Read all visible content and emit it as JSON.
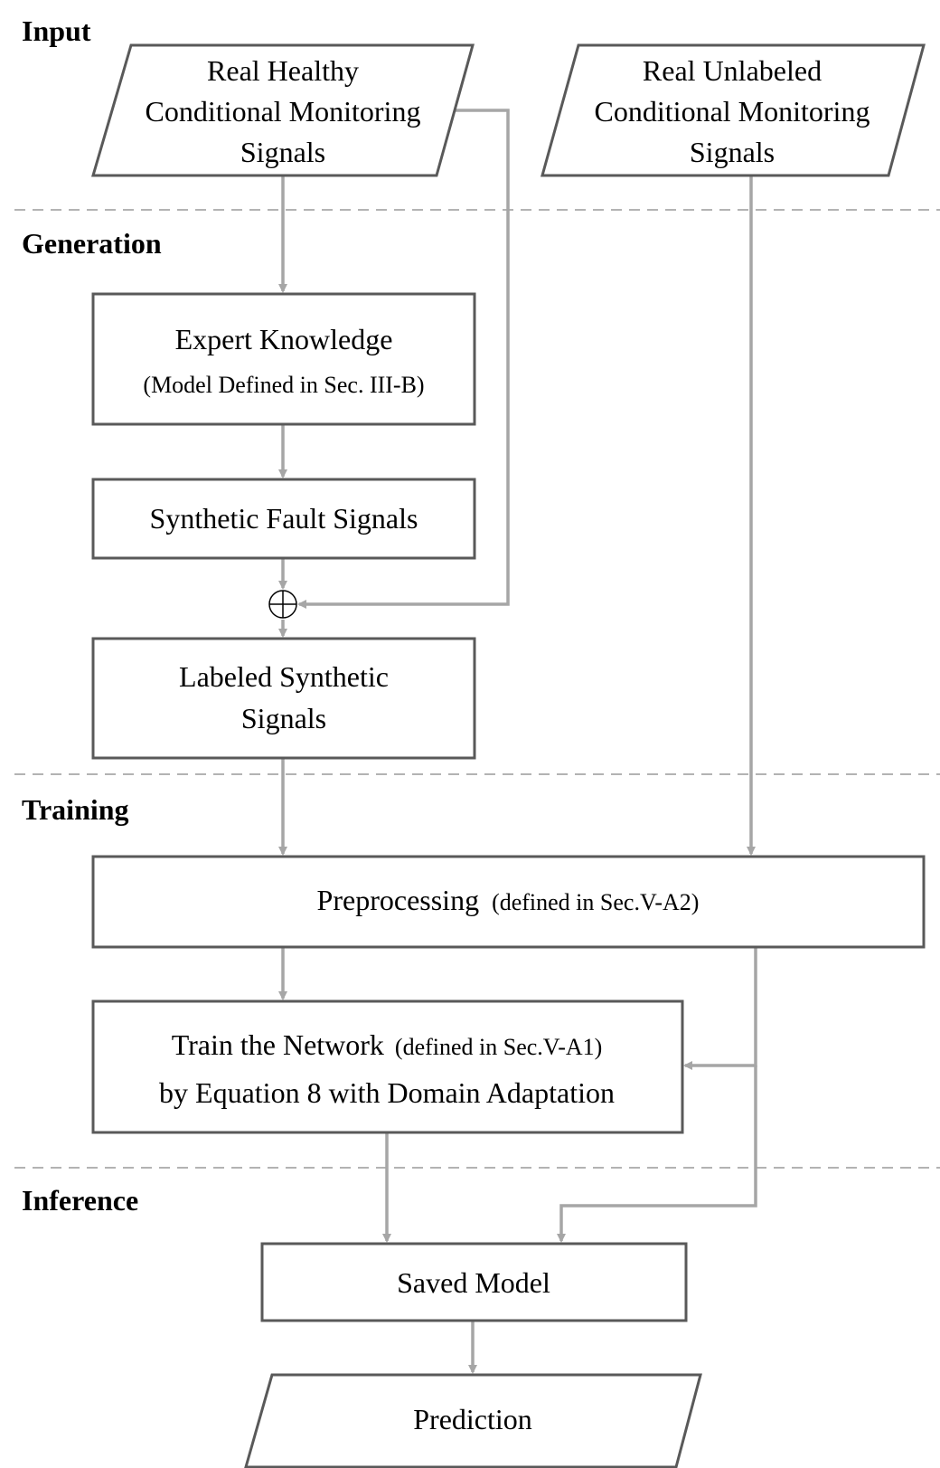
{
  "sections": {
    "input": "Input",
    "generation": "Generation",
    "training": "Training",
    "inference": "Inference"
  },
  "nodes": {
    "real_healthy": {
      "line1": "Real Healthy",
      "line2": "Conditional Monitoring",
      "line3": "Signals"
    },
    "real_unlabeled": {
      "line1": "Real Unlabeled",
      "line2": "Conditional Monitoring",
      "line3": "Signals"
    },
    "expert": {
      "title": "Expert Knowledge",
      "note": "(Model Defined in Sec. III-B)"
    },
    "synthetic_fault": {
      "label": "Synthetic Fault Signals"
    },
    "combine": {
      "symbol": "⊕"
    },
    "labeled_synthetic": {
      "line1": "Labeled Synthetic",
      "line2": "Signals"
    },
    "preprocessing": {
      "title": "Preprocessing",
      "note": "(defined in Sec.V-A2)"
    },
    "train": {
      "title": "Train the Network",
      "note": "(defined in Sec.V-A1)",
      "line2": "by Equation 8 with Domain Adaptation"
    },
    "saved_model": {
      "label": "Saved Model"
    },
    "prediction": {
      "label": "Prediction"
    }
  },
  "colors": {
    "node_border": "#595959",
    "edge": "#a6a6a6",
    "divider": "#b3b3b3"
  }
}
